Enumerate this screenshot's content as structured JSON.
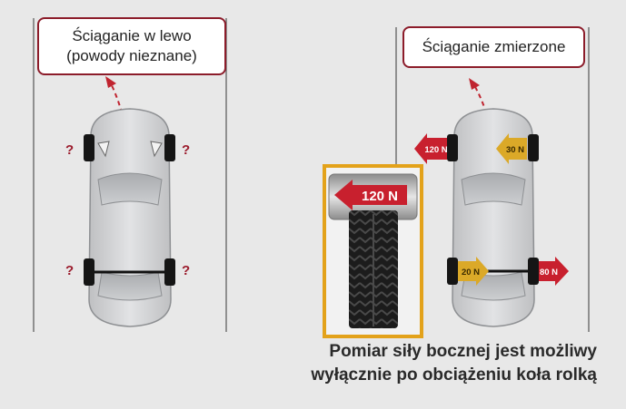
{
  "left_panel": {
    "callout_line1": "Ściąganie w lewo",
    "callout_line2": "(powody nieznane)",
    "question_mark": "?"
  },
  "right_panel": {
    "callout": "Ściąganie zmierzone",
    "force_front_left": "120 N",
    "force_front_right": "30 N",
    "force_rear_left": "20 N",
    "force_rear_right": "80 N"
  },
  "tire_inset": {
    "force": "120 N"
  },
  "caption": {
    "line1": "Pomiar siły bocznej jest możliwy",
    "line2": "wyłącznie po obciążeniu koła rolką"
  },
  "colors": {
    "background": "#e8e8e8",
    "callout_border": "#8c1c2a",
    "question": "#9b1b2c",
    "arrow_red": "#c8202e",
    "arrow_yellow": "#dba928",
    "inset_border": "#e3a21a"
  }
}
